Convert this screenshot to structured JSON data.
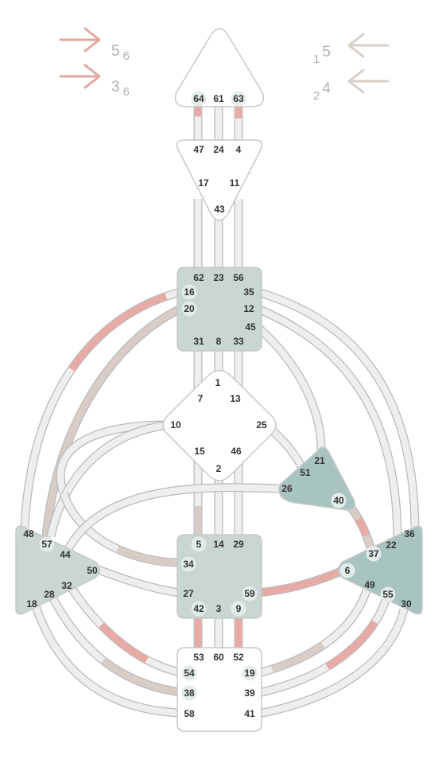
{
  "colors": {
    "background": "#ffffff",
    "channel_fill": "#eeeeee",
    "channel_outline": "#b9b9b9",
    "design_red": "#e7aaa4",
    "personality_taupe": "#d8cdc6",
    "center_outline": "#c8c8c8",
    "center_blank": "#ffffff",
    "center_sage": "#c9d6d2",
    "center_teal": "#a8c4c0",
    "gate_text": "#333333",
    "gate_highlight": "#e2eceb",
    "activation_text": "#b1b1b1",
    "design_arrow": "#e3a7a1",
    "personality_arrow": "#d8cfc8"
  },
  "activations": {
    "design": [
      {
        "gate": "5",
        "line": "6",
        "icon": "arrow-right-icon"
      },
      {
        "gate": "3",
        "line": "6",
        "icon": "arrow-right-icon"
      }
    ],
    "personality": [
      {
        "line": "1",
        "gate": "5",
        "icon": "arrow-left-icon"
      },
      {
        "line": "2",
        "gate": "4",
        "icon": "arrow-left-icon"
      }
    ]
  },
  "centers": [
    {
      "id": "head",
      "defined": false
    },
    {
      "id": "ajna",
      "defined": false
    },
    {
      "id": "throat",
      "defined": true
    },
    {
      "id": "g",
      "defined": false
    },
    {
      "id": "ego",
      "defined": true
    },
    {
      "id": "spleen",
      "defined": true
    },
    {
      "id": "sacral",
      "defined": true
    },
    {
      "id": "solar-plexus",
      "defined": true
    },
    {
      "id": "root",
      "defined": false
    }
  ],
  "gates": [
    {
      "id": "64",
      "label": "64",
      "highlight": true
    },
    {
      "id": "61",
      "label": "61",
      "highlight": false
    },
    {
      "id": "63",
      "label": "63",
      "highlight": true
    },
    {
      "id": "47",
      "label": "47",
      "highlight": false
    },
    {
      "id": "24",
      "label": "24",
      "highlight": false
    },
    {
      "id": "4",
      "label": "4",
      "highlight": false
    },
    {
      "id": "17",
      "label": "17",
      "highlight": false
    },
    {
      "id": "11",
      "label": "11",
      "highlight": false
    },
    {
      "id": "43",
      "label": "43",
      "highlight": false
    },
    {
      "id": "62",
      "label": "62",
      "highlight": false
    },
    {
      "id": "23",
      "label": "23",
      "highlight": false
    },
    {
      "id": "56",
      "label": "56",
      "highlight": false
    },
    {
      "id": "16",
      "label": "16",
      "highlight": true
    },
    {
      "id": "35",
      "label": "35",
      "highlight": false
    },
    {
      "id": "20",
      "label": "20",
      "highlight": true
    },
    {
      "id": "12",
      "label": "12",
      "highlight": false
    },
    {
      "id": "45",
      "label": "45",
      "highlight": false
    },
    {
      "id": "31",
      "label": "31",
      "highlight": false
    },
    {
      "id": "8",
      "label": "8",
      "highlight": false
    },
    {
      "id": "33",
      "label": "33",
      "highlight": false
    },
    {
      "id": "1",
      "label": "1",
      "highlight": false
    },
    {
      "id": "7",
      "label": "7",
      "highlight": false
    },
    {
      "id": "13",
      "label": "13",
      "highlight": false
    },
    {
      "id": "10",
      "label": "10",
      "highlight": false
    },
    {
      "id": "25",
      "label": "25",
      "highlight": false
    },
    {
      "id": "15",
      "label": "15",
      "highlight": false
    },
    {
      "id": "46",
      "label": "46",
      "highlight": false
    },
    {
      "id": "2",
      "label": "2",
      "highlight": false
    },
    {
      "id": "21",
      "label": "21",
      "highlight": false
    },
    {
      "id": "51",
      "label": "51",
      "highlight": false
    },
    {
      "id": "26",
      "label": "26",
      "highlight": false
    },
    {
      "id": "40",
      "label": "40",
      "highlight": true
    },
    {
      "id": "48",
      "label": "48",
      "highlight": false
    },
    {
      "id": "57",
      "label": "57",
      "highlight": true
    },
    {
      "id": "44",
      "label": "44",
      "highlight": false
    },
    {
      "id": "50",
      "label": "50",
      "highlight": false
    },
    {
      "id": "32",
      "label": "32",
      "highlight": false
    },
    {
      "id": "28",
      "label": "28",
      "highlight": false
    },
    {
      "id": "18",
      "label": "18",
      "highlight": false
    },
    {
      "id": "5",
      "label": "5",
      "highlight": true
    },
    {
      "id": "14",
      "label": "14",
      "highlight": false
    },
    {
      "id": "29",
      "label": "29",
      "highlight": false
    },
    {
      "id": "34",
      "label": "34",
      "highlight": true
    },
    {
      "id": "27",
      "label": "27",
      "highlight": false
    },
    {
      "id": "59",
      "label": "59",
      "highlight": true
    },
    {
      "id": "42",
      "label": "42",
      "highlight": true
    },
    {
      "id": "3",
      "label": "3",
      "highlight": false
    },
    {
      "id": "9",
      "label": "9",
      "highlight": true
    },
    {
      "id": "36",
      "label": "36",
      "highlight": false
    },
    {
      "id": "22",
      "label": "22",
      "highlight": false
    },
    {
      "id": "37",
      "label": "37",
      "highlight": true
    },
    {
      "id": "6",
      "label": "6",
      "highlight": true
    },
    {
      "id": "49",
      "label": "49",
      "highlight": false
    },
    {
      "id": "55",
      "label": "55",
      "highlight": true
    },
    {
      "id": "30",
      "label": "30",
      "highlight": false
    },
    {
      "id": "53",
      "label": "53",
      "highlight": false
    },
    {
      "id": "60",
      "label": "60",
      "highlight": false
    },
    {
      "id": "52",
      "label": "52",
      "highlight": false
    },
    {
      "id": "54",
      "label": "54",
      "highlight": true
    },
    {
      "id": "19",
      "label": "19",
      "highlight": true
    },
    {
      "id": "38",
      "label": "38",
      "highlight": true
    },
    {
      "id": "39",
      "label": "39",
      "highlight": false
    },
    {
      "id": "58",
      "label": "58",
      "highlight": false
    },
    {
      "id": "41",
      "label": "41",
      "highlight": false
    }
  ],
  "channels": [
    {
      "id": "64-47",
      "fill": "channel_fill",
      "marks": [
        {
          "color": "design_red",
          "from": 0,
          "to": 0.3
        }
      ]
    },
    {
      "id": "61-24",
      "fill": "channel_fill",
      "marks": []
    },
    {
      "id": "63-4",
      "fill": "channel_fill",
      "marks": [
        {
          "color": "design_red",
          "from": 0,
          "to": 0.35
        }
      ]
    },
    {
      "id": "17-62",
      "fill": "channel_fill",
      "marks": []
    },
    {
      "id": "43-23",
      "fill": "channel_fill",
      "marks": []
    },
    {
      "id": "11-56",
      "fill": "channel_fill",
      "marks": []
    },
    {
      "id": "31-7",
      "fill": "channel_fill",
      "marks": []
    },
    {
      "id": "8-1",
      "fill": "channel_fill",
      "marks": []
    },
    {
      "id": "33-13",
      "fill": "channel_fill",
      "marks": []
    },
    {
      "id": "15-5",
      "fill": "channel_fill",
      "marks": [
        {
          "color": "personality_taupe",
          "from": 0.6,
          "to": 1
        }
      ]
    },
    {
      "id": "2-14",
      "fill": "channel_fill",
      "marks": []
    },
    {
      "id": "46-29",
      "fill": "channel_fill",
      "marks": []
    },
    {
      "id": "42-53",
      "fill": "channel_fill",
      "marks": [
        {
          "color": "design_red",
          "from": 0,
          "to": 1
        }
      ]
    },
    {
      "id": "3-60",
      "fill": "channel_fill",
      "marks": []
    },
    {
      "id": "9-52",
      "fill": "channel_fill",
      "marks": [
        {
          "color": "design_red",
          "from": 0,
          "to": 1
        }
      ]
    },
    {
      "id": "16-48",
      "fill": "channel_fill",
      "marks": [
        {
          "color": "design_red",
          "from": 0.05,
          "to": 0.45
        }
      ]
    },
    {
      "id": "20-57",
      "fill": "personality_taupe",
      "marks": []
    },
    {
      "id": "35-36",
      "fill": "channel_fill",
      "marks": []
    },
    {
      "id": "12-22",
      "fill": "channel_fill",
      "marks": []
    },
    {
      "id": "45-21",
      "fill": "channel_fill",
      "marks": []
    },
    {
      "id": "10-20",
      "fill": "channel_fill",
      "marks": []
    },
    {
      "id": "10-57",
      "fill": "channel_fill",
      "marks": []
    },
    {
      "id": "10-34",
      "fill": "channel_fill",
      "marks": [
        {
          "color": "personality_taupe",
          "from": 0.55,
          "to": 1
        }
      ]
    },
    {
      "id": "25-51",
      "fill": "channel_fill",
      "marks": []
    },
    {
      "id": "26-44",
      "fill": "channel_fill",
      "marks": []
    },
    {
      "id": "50-27",
      "fill": "channel_fill",
      "marks": []
    },
    {
      "id": "40-37",
      "fill": "channel_fill",
      "marks": [
        {
          "color": "personality_taupe",
          "from": 0,
          "to": 1
        },
        {
          "color": "design_red",
          "from": 0.4,
          "to": 0.75
        }
      ]
    },
    {
      "id": "59-6",
      "fill": "channel_fill",
      "marks": [
        {
          "color": "design_red",
          "from": 0,
          "to": 1
        }
      ]
    },
    {
      "id": "32-54",
      "fill": "channel_fill",
      "marks": [
        {
          "color": "design_red",
          "from": 0.35,
          "to": 0.75
        }
      ]
    },
    {
      "id": "28-38",
      "fill": "channel_fill",
      "marks": [
        {
          "color": "personality_taupe",
          "from": 0.5,
          "to": 1
        }
      ]
    },
    {
      "id": "18-58",
      "fill": "channel_fill",
      "marks": []
    },
    {
      "id": "19-49",
      "fill": "channel_fill",
      "marks": [
        {
          "color": "personality_taupe",
          "from": 0.1,
          "to": 0.5
        }
      ]
    },
    {
      "id": "39-55",
      "fill": "channel_fill",
      "marks": [
        {
          "color": "design_red",
          "from": 0.45,
          "to": 0.85
        }
      ]
    },
    {
      "id": "41-30",
      "fill": "channel_fill",
      "marks": []
    }
  ]
}
